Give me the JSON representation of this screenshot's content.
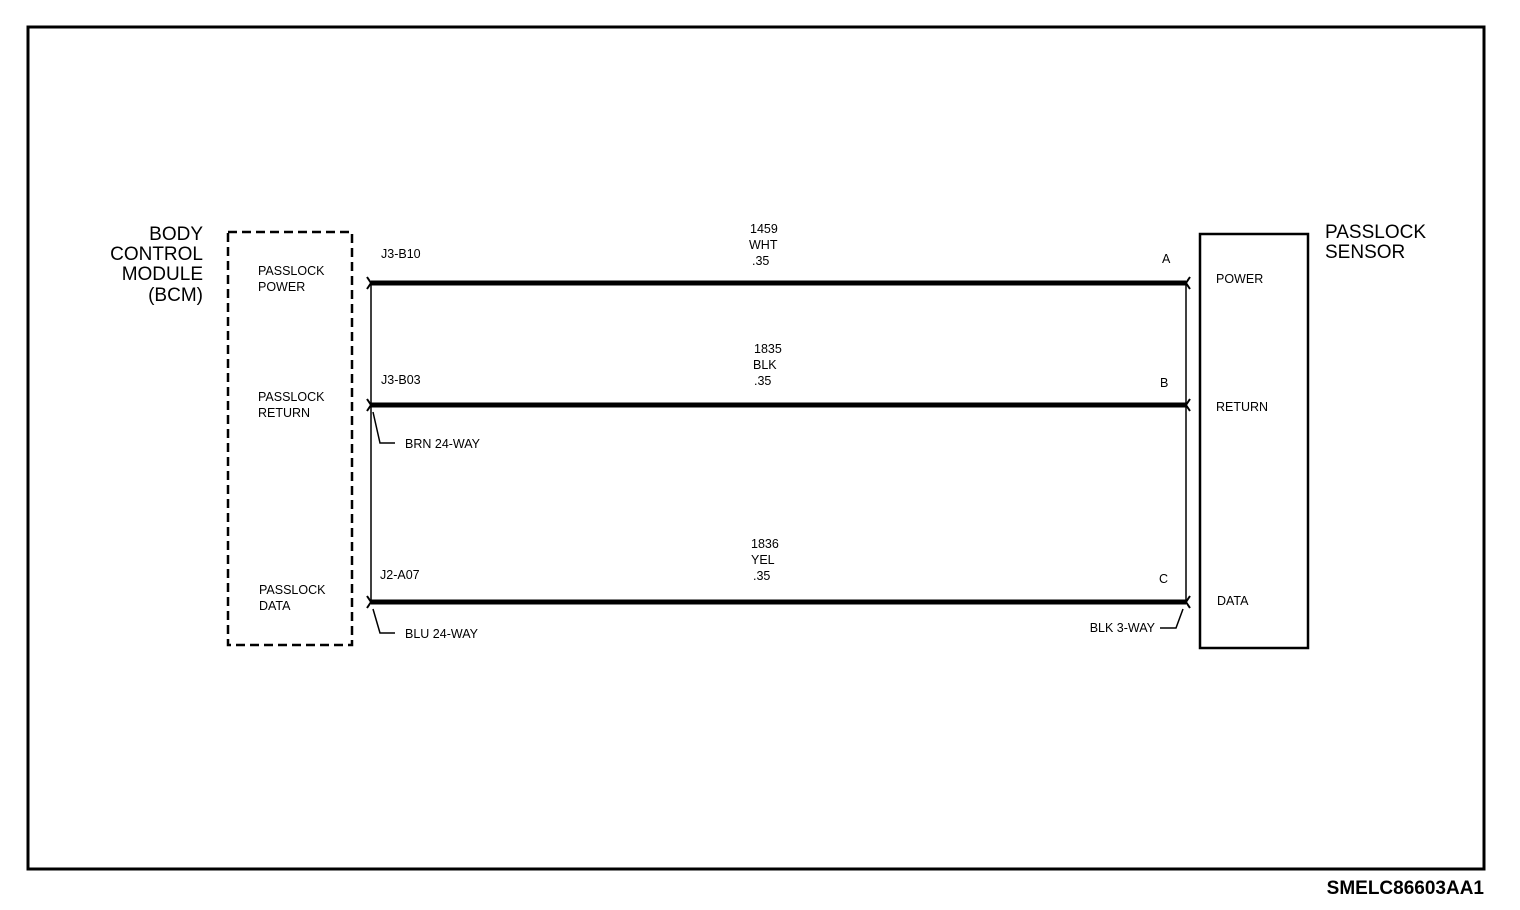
{
  "bcm": {
    "title_lines": [
      "BODY",
      "CONTROL",
      "MODULE",
      "(BCM)"
    ],
    "pins": [
      {
        "line1": "PASSLOCK",
        "line2": "POWER"
      },
      {
        "line1": "PASSLOCK",
        "line2": "RETURN"
      },
      {
        "line1": "PASSLOCK",
        "line2": "DATA"
      }
    ]
  },
  "sensor": {
    "title_lines": [
      "PASSLOCK",
      "SENSOR"
    ],
    "pins": [
      "POWER",
      "RETURN",
      "DATA"
    ]
  },
  "wires": [
    {
      "bcm_terminal": "J3-B10",
      "circuit": "1459",
      "color": "WHT",
      "gauge": ".35",
      "sensor_terminal": "A"
    },
    {
      "bcm_terminal": "J3-B03",
      "circuit": "1835",
      "color": "BLK",
      "gauge": ".35",
      "sensor_terminal": "B"
    },
    {
      "bcm_terminal": "J2-A07",
      "circuit": "1836",
      "color": "YEL",
      "gauge": ".35",
      "sensor_terminal": "C"
    }
  ],
  "connectors": {
    "brn": "BRN 24-WAY",
    "blu": "BLU 24-WAY",
    "blk": "BLK 3-WAY"
  },
  "figure_code": "SMELC86603AA1"
}
